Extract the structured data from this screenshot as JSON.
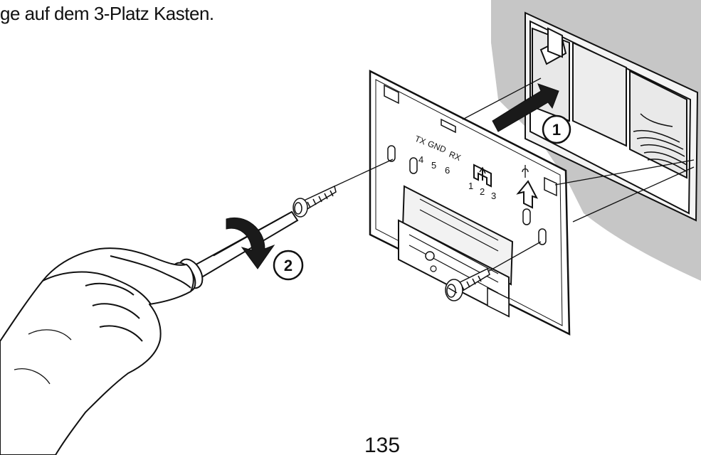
{
  "caption": "ge auf dem 3-Platz Kasten.",
  "page_number": "135",
  "connector_labels": {
    "tx": "TX",
    "gnd": "GND",
    "rx": "RX",
    "pin4": "4",
    "pin5": "5",
    "pin6": "6",
    "pin1": "1",
    "pin2": "2",
    "pin3": "3"
  },
  "steps": {
    "step1": "1",
    "step2": "2"
  },
  "colors": {
    "wall": "#c8c8c8",
    "line": "#111111",
    "arrow": "#222222"
  }
}
